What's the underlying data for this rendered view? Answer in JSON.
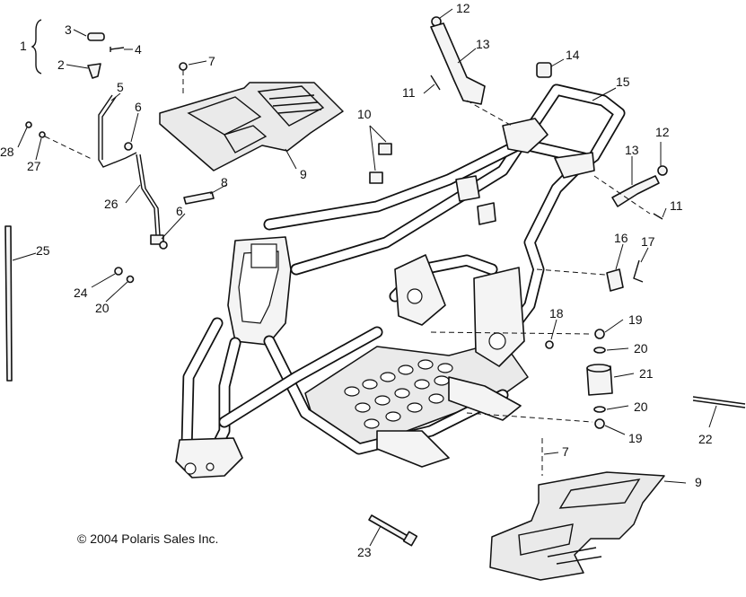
{
  "copyright": "© 2004 Polaris Sales Inc.",
  "callouts": [
    {
      "id": "c1",
      "text": "1"
    },
    {
      "id": "c2",
      "text": "2"
    },
    {
      "id": "c3",
      "text": "3"
    },
    {
      "id": "c4",
      "text": "4"
    },
    {
      "id": "c5",
      "text": "5"
    },
    {
      "id": "c6a",
      "text": "6"
    },
    {
      "id": "c6b",
      "text": "6"
    },
    {
      "id": "c7a",
      "text": "7"
    },
    {
      "id": "c7b",
      "text": "7"
    },
    {
      "id": "c8",
      "text": "8"
    },
    {
      "id": "c9a",
      "text": "9"
    },
    {
      "id": "c9b",
      "text": "9"
    },
    {
      "id": "c10",
      "text": "10"
    },
    {
      "id": "c11a",
      "text": "11"
    },
    {
      "id": "c11b",
      "text": "11"
    },
    {
      "id": "c12a",
      "text": "12"
    },
    {
      "id": "c12b",
      "text": "12"
    },
    {
      "id": "c13a",
      "text": "13"
    },
    {
      "id": "c13b",
      "text": "13"
    },
    {
      "id": "c14",
      "text": "14"
    },
    {
      "id": "c15",
      "text": "15"
    },
    {
      "id": "c16",
      "text": "16"
    },
    {
      "id": "c17",
      "text": "17"
    },
    {
      "id": "c18",
      "text": "18"
    },
    {
      "id": "c19a",
      "text": "19"
    },
    {
      "id": "c19b",
      "text": "19"
    },
    {
      "id": "c20a",
      "text": "20"
    },
    {
      "id": "c20b",
      "text": "20"
    },
    {
      "id": "c20c",
      "text": "20"
    },
    {
      "id": "c21",
      "text": "21"
    },
    {
      "id": "c22",
      "text": "22"
    },
    {
      "id": "c23",
      "text": "23"
    },
    {
      "id": "c24",
      "text": "24"
    },
    {
      "id": "c25",
      "text": "25"
    },
    {
      "id": "c26",
      "text": "26"
    },
    {
      "id": "c27",
      "text": "27"
    },
    {
      "id": "c28",
      "text": "28"
    }
  ]
}
